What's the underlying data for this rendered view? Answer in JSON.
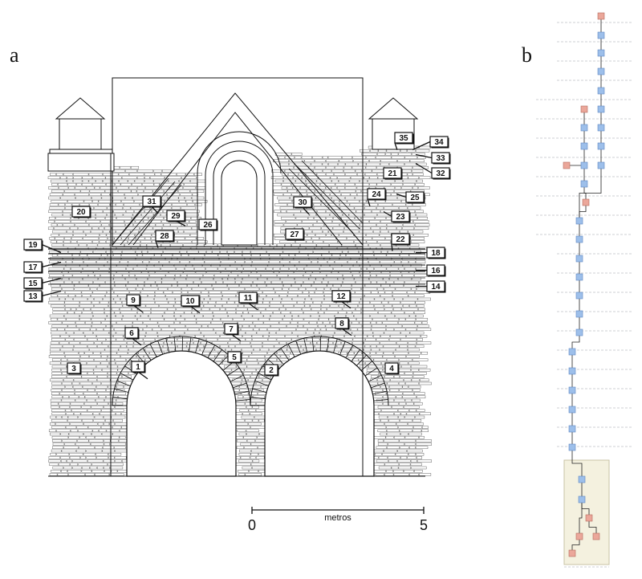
{
  "panels": {
    "a": "a",
    "b": "b"
  },
  "scale": {
    "label": "metros",
    "start": "0",
    "end": "5"
  },
  "units": [
    {
      "n": "1"
    },
    {
      "n": "2"
    },
    {
      "n": "3"
    },
    {
      "n": "4"
    },
    {
      "n": "5"
    },
    {
      "n": "6"
    },
    {
      "n": "7"
    },
    {
      "n": "8"
    },
    {
      "n": "9"
    },
    {
      "n": "10"
    },
    {
      "n": "11"
    },
    {
      "n": "12"
    },
    {
      "n": "13"
    },
    {
      "n": "14"
    },
    {
      "n": "15"
    },
    {
      "n": "16"
    },
    {
      "n": "17"
    },
    {
      "n": "18"
    },
    {
      "n": "19"
    },
    {
      "n": "20"
    },
    {
      "n": "21"
    },
    {
      "n": "22"
    },
    {
      "n": "23"
    },
    {
      "n": "24"
    },
    {
      "n": "25"
    },
    {
      "n": "26"
    },
    {
      "n": "27"
    },
    {
      "n": "28"
    },
    {
      "n": "29"
    },
    {
      "n": "30"
    },
    {
      "n": "31"
    },
    {
      "n": "32"
    },
    {
      "n": "33"
    },
    {
      "n": "34"
    },
    {
      "n": "35"
    }
  ],
  "colors": {
    "ink": "#111111",
    "stone": "#555555",
    "node_blue": "#9dbfea",
    "node_red": "#eba79a",
    "group_fill": "#f4f1df",
    "group_border": "#c9c3a4"
  }
}
